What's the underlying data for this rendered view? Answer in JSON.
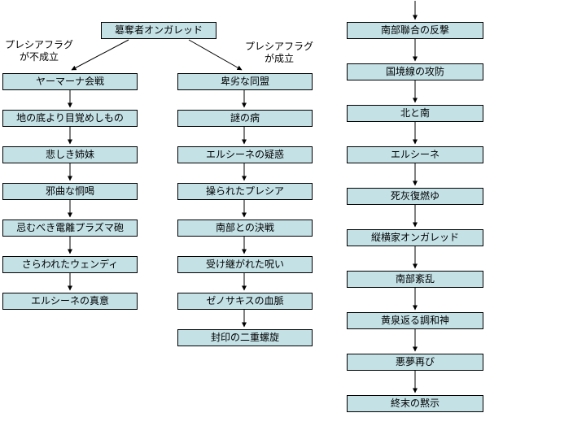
{
  "colors": {
    "background": "#ffffff",
    "box_fill": "#c4e1e6",
    "box_border": "#000000",
    "arrow": "#000000",
    "text": "#000000"
  },
  "flowchart": {
    "root": "簒奪者オンガレッド",
    "branch_left_label": "プレシアフラグ\nが不成立",
    "branch_right_label": "プレシアフラグ\nが成立",
    "left": [
      "ヤーマーナ会戦",
      "地の底より目覚めしもの",
      "悲しき姉妹",
      "邪曲な恫喝",
      "忌むべき電離プラズマ砲",
      "さらわれたウェンディ",
      "エルシーネの真意"
    ],
    "middle": [
      "卑劣な同盟",
      "謎の病",
      "エルシーネの疑惑",
      "操られたプレシア",
      "南部との決戦",
      "受け継がれた呪い",
      "ゼノサキスの血脈",
      "封印の二重螺旋"
    ],
    "right": [
      "南部聯合の反撃",
      "国境線の攻防",
      "北と南",
      "エルシーネ",
      "死灰復燃ゆ",
      "縦横家オンガレッド",
      "南部紊乱",
      "黄泉返る調和神",
      "悪夢再び",
      "終末の黙示"
    ]
  }
}
